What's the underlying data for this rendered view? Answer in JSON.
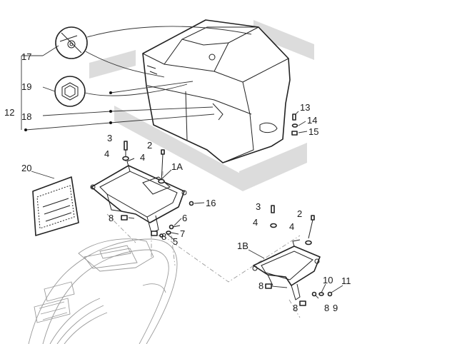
{
  "callouts": {
    "c17": "17",
    "c19": "19",
    "c12": "12",
    "c18": "18",
    "c20": "20",
    "c3a": "3",
    "c2a": "2",
    "c4a": "4",
    "c4b": "4",
    "c1a": "1A",
    "c16": "16",
    "c8a": "8",
    "c6": "6",
    "c8b": "8",
    "c7": "7",
    "c5": "5",
    "c13": "13",
    "c14": "14",
    "c15": "15",
    "c3b": "3",
    "c2b": "2",
    "c4c": "4",
    "c4d": "4",
    "c1b": "1B",
    "c8c": "8",
    "c10": "10",
    "c11": "11",
    "c8d": "8",
    "c9": "9"
  },
  "icons": [
    "top-case",
    "rear-rack-1a",
    "rear-rack-1b",
    "scooter-rear-ghost",
    "bolt",
    "washer",
    "nut",
    "lock-cylinder-detail",
    "brand-badge-detail",
    "document-bag"
  ]
}
